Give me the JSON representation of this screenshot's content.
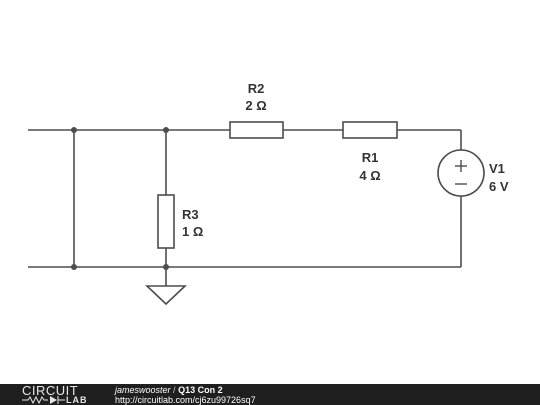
{
  "circuit": {
    "components": [
      {
        "id": "R2",
        "value": "2 Ω"
      },
      {
        "id": "R1",
        "value": "4 Ω"
      },
      {
        "id": "R3",
        "value": "1 Ω"
      },
      {
        "id": "V1",
        "value": "6 V"
      }
    ]
  },
  "footer": {
    "brand_top": "CIRCUIT",
    "brand_bottom": "LAB",
    "author": "jameswooster",
    "separator": "/",
    "title": "Q13 Con 2",
    "url": "http://circuitlab.com/cj6zu99726sq7"
  }
}
